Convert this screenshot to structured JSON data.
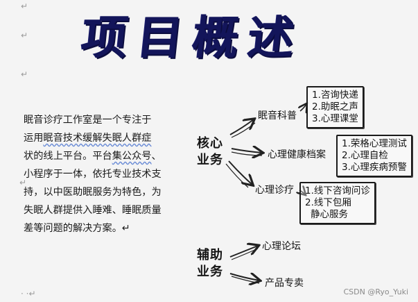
{
  "title": "项目概述",
  "paragraph_lines": [
    [
      "眠音诊疗工作室是一个专注于"
    ],
    [
      "运用",
      {
        "u": "眠音技术缓解失眠人群症"
      }
    ],
    [
      "状的线上平台。平台",
      {
        "u": "集公众号"
      },
      "、"
    ],
    [
      "小程序于一体，依托专业技术支"
    ],
    [
      "持，以中医助眠服务为特色，为"
    ],
    [
      "失眠人群提供入睡难、睡眠质量"
    ],
    [
      "差等问题的解决方案。↵"
    ]
  ],
  "mindmap": {
    "core": {
      "label": "核心\n业务",
      "branches": [
        {
          "label": "眠音科普",
          "items": [
            "1.咨询快递",
            "2.助眠之声",
            "3.心理课堂"
          ]
        },
        {
          "label": "心理健康档案",
          "items": [
            "1.荣格心理测试",
            "2.心理自检",
            "3.心理疾病预警"
          ]
        },
        {
          "label": "心理诊疗",
          "items": [
            "1.线下咨询问诊",
            "2.线下包厢",
            "静心服务"
          ]
        }
      ]
    },
    "aux": {
      "label": "辅助\n业务",
      "branches": [
        {
          "label": "心理论坛"
        },
        {
          "label": "产品专卖"
        }
      ]
    }
  },
  "marks": {
    "para_mark": "↵",
    "dots": "· ·↵"
  },
  "credit": "CSDN @Ryo_Yuki",
  "colors": {
    "title": "#13155a",
    "background": "#f4f4f4",
    "underline": "#6b8cd6"
  }
}
